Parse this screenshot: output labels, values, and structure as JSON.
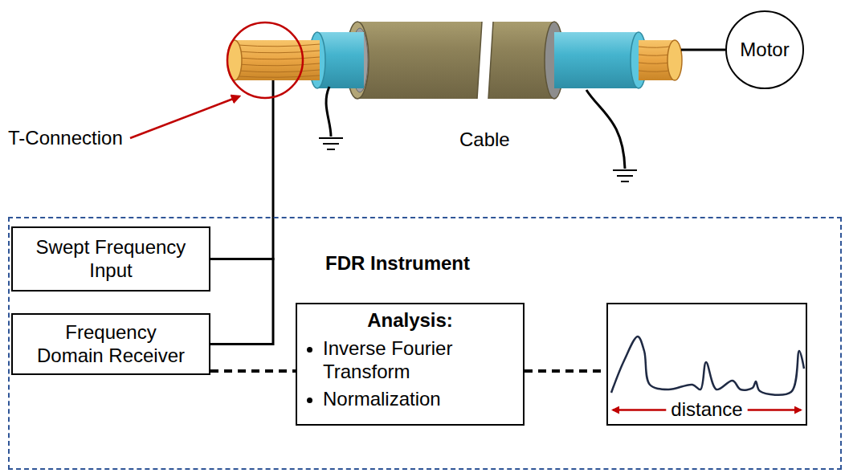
{
  "diagram": {
    "nodes": [
      {
        "text": [
          "FDR Instrument"
        ]
      },
      {
        "text": [
          "Swept Frequency Input"
        ],
        "in": 0
      },
      {
        "text": [
          "Frequency Domain Receiver"
        ],
        "in": 0
      },
      {
        "text": [
          "Analysis:",
          "Inverse Fourier Transform",
          "Normalization"
        ],
        "in": 0
      },
      {
        "text": [
          "distance"
        ],
        "in": 0
      },
      {
        "text": [
          "Motor"
        ]
      }
    ],
    "edges": [
      {
        "from": 1,
        "to": 2,
        "arrow": "none"
      },
      {
        "from": 2,
        "to": 3,
        "arrow": "none"
      },
      {
        "from": 3,
        "to": 4,
        "arrow": "none"
      }
    ],
    "labels": [
      "T-Connection",
      "Cable"
    ]
  }
}
